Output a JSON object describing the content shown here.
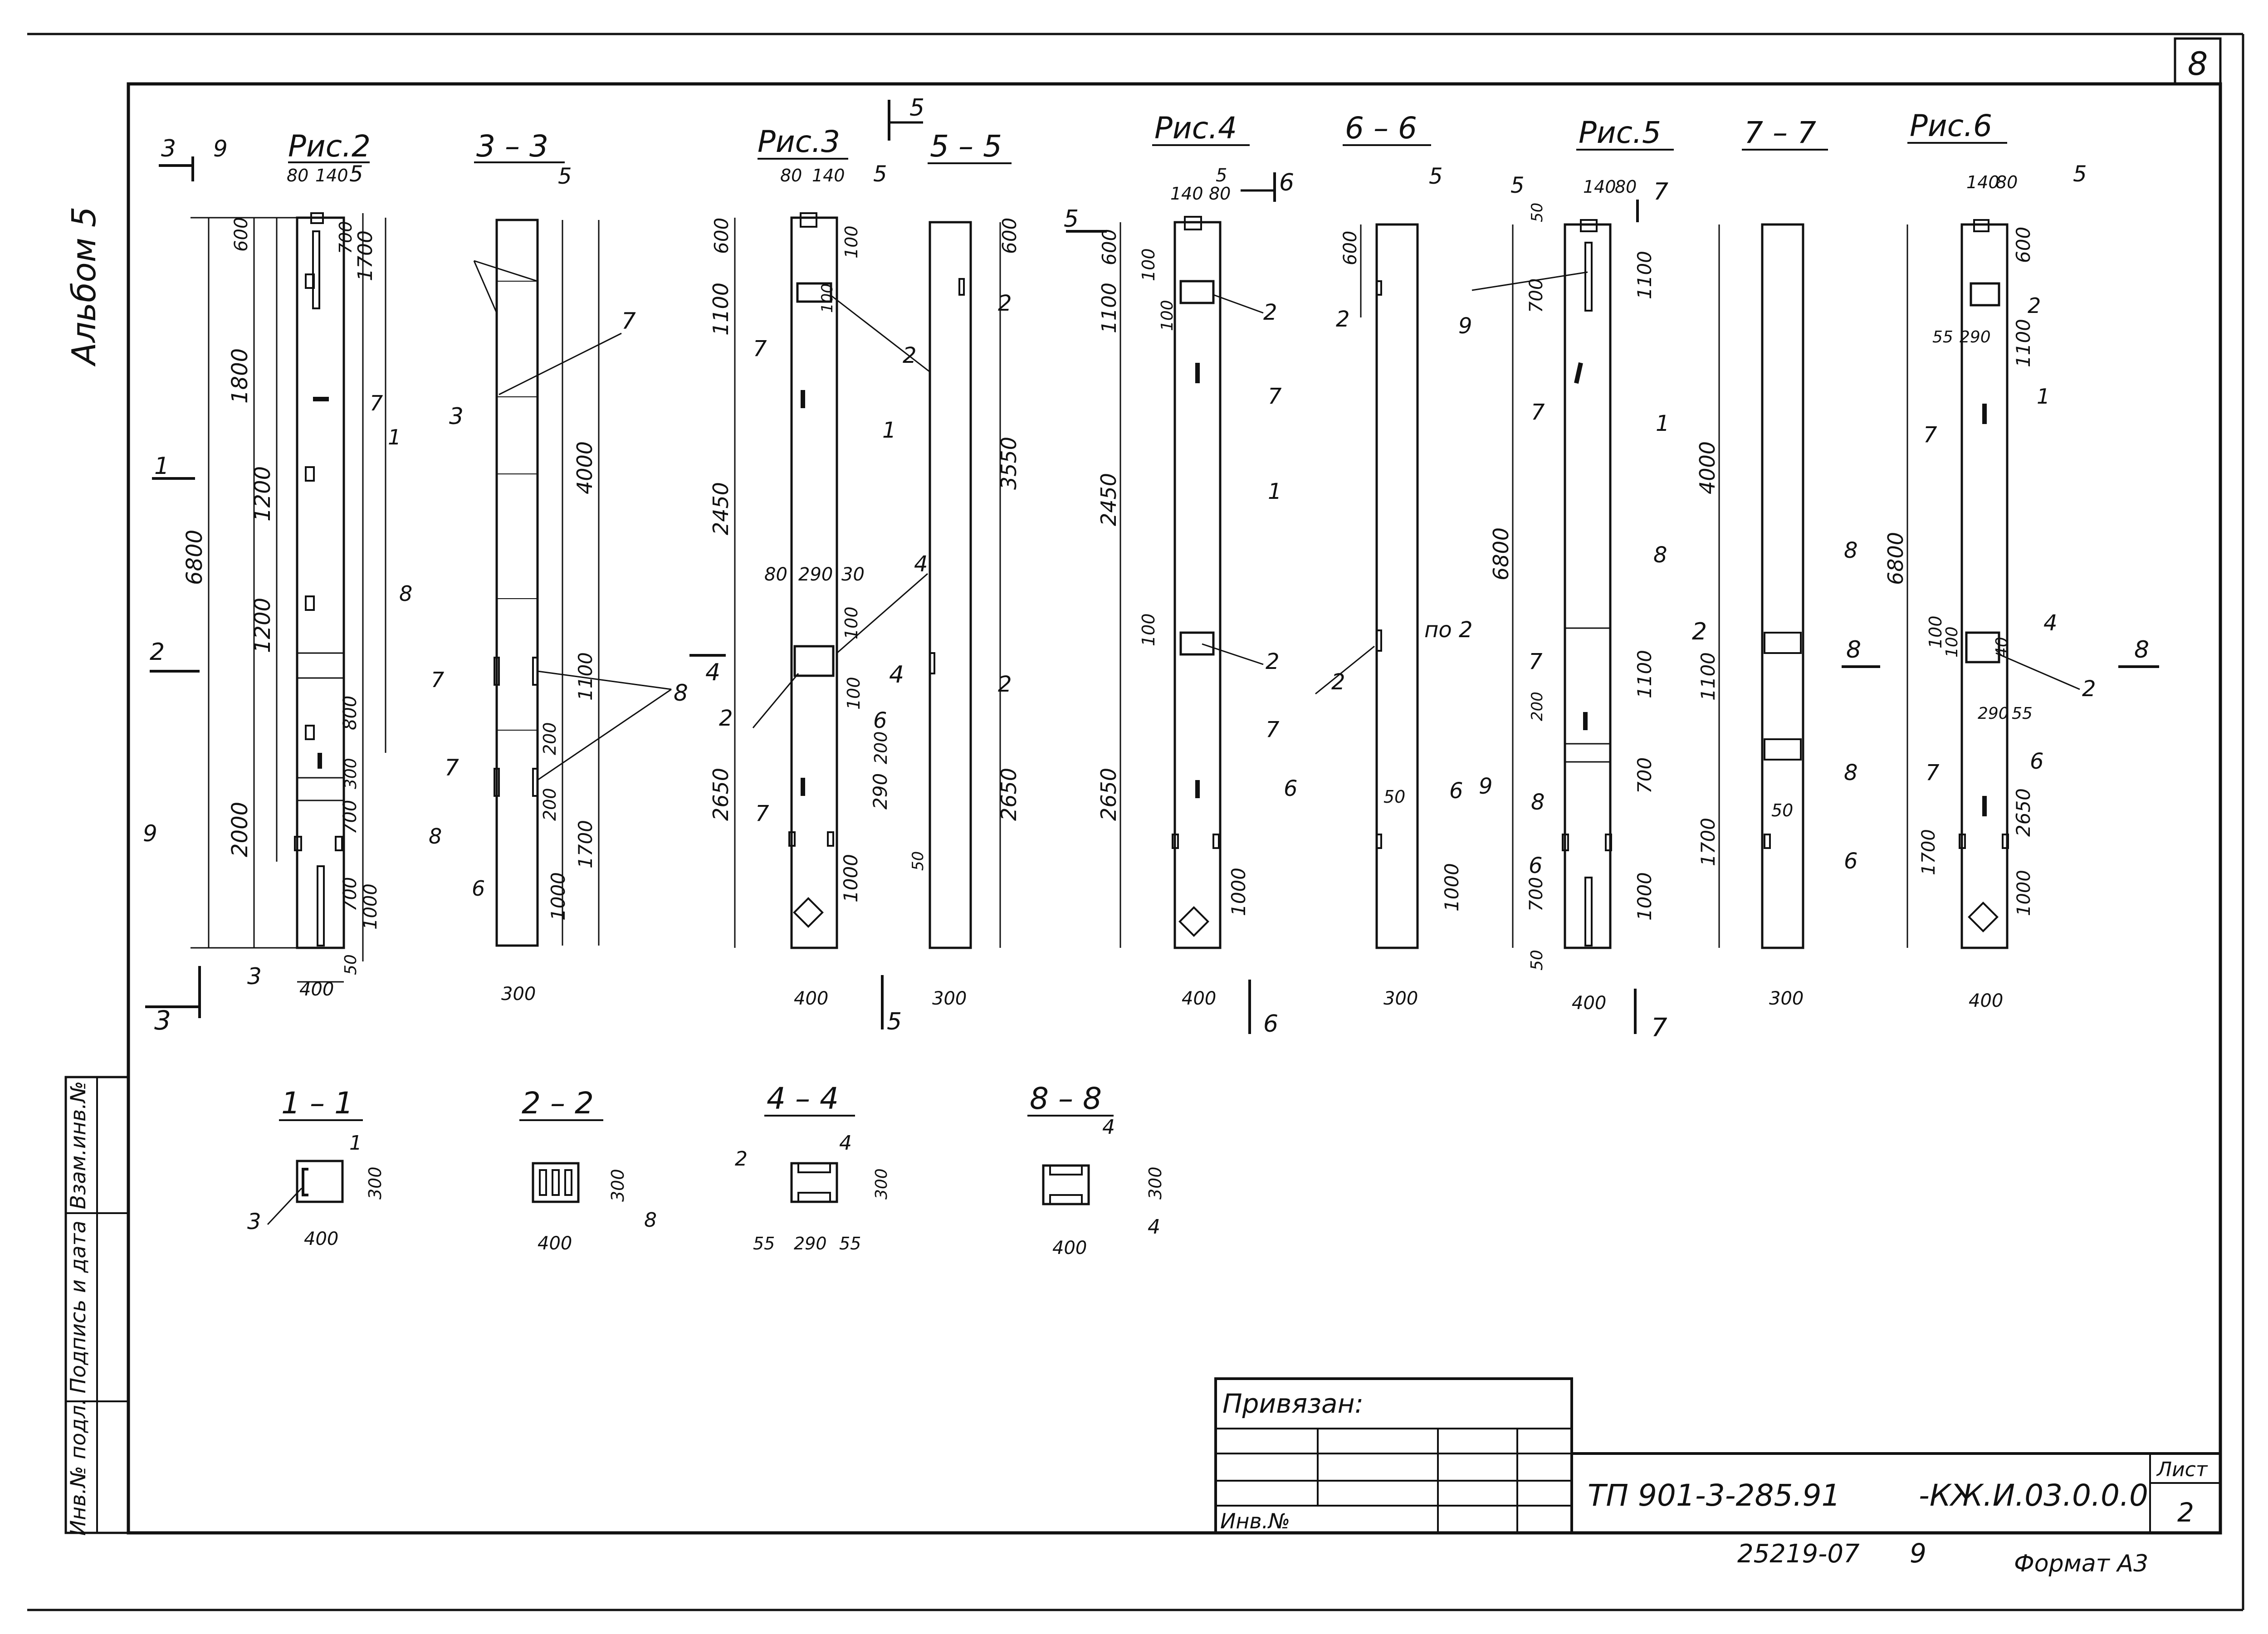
{
  "sheet": {
    "page_number": "8",
    "album_label": "Альбом 5",
    "format_label": "Формат А3",
    "archive_number": "25219-07",
    "archive_number_suffix": "9"
  },
  "side_stamp": {
    "cells": [
      "Инв.№ подл.",
      "Подпись и дата",
      "Взам.инв.№"
    ]
  },
  "title_block": {
    "attached_label": "Привязан:",
    "inv_label": "Инв.№",
    "document_code": "ТП 901-3-285.91",
    "document_suffix": "-КЖ.И.03.0.0.0",
    "sheet_label": "Лист",
    "sheet_number": "2"
  },
  "views": {
    "fig2": "Рис.2",
    "fig3": "Рис.3",
    "fig4": "Рис.4",
    "fig5": "Рис.5",
    "fig6": "Рис.6",
    "sec33": "3 – 3",
    "sec55": "5 – 5",
    "sec66": "6 – 6",
    "sec77": "7 – 7",
    "sec11": "1 – 1",
    "sec22": "2 – 2",
    "sec44": "4 – 4",
    "sec88": "8 – 8"
  },
  "dimensions": {
    "d6800": "6800",
    "d4000": "4000",
    "d3550": "3550",
    "d2450": "2450",
    "d2650": "2650",
    "d2000": "2000",
    "d1800": "1800",
    "d1700": "1700",
    "d1200": "1200",
    "d1100": "1100",
    "d1000": "1000",
    "d800": "800",
    "d700": "700",
    "d600": "600",
    "d400": "400",
    "d300": "300",
    "d290": "290",
    "d200": "200",
    "d140": "140",
    "d100": "100",
    "d80": "80",
    "d55": "55",
    "d50": "50",
    "d40": "40",
    "d30": "30",
    "d5": "5"
  },
  "leaders": {
    "n1": "1",
    "n2": "2",
    "n3": "3",
    "n4": "4",
    "n5": "5",
    "n6": "6",
    "n7": "7",
    "n8": "8",
    "n9": "9",
    "po2": "по 2"
  }
}
